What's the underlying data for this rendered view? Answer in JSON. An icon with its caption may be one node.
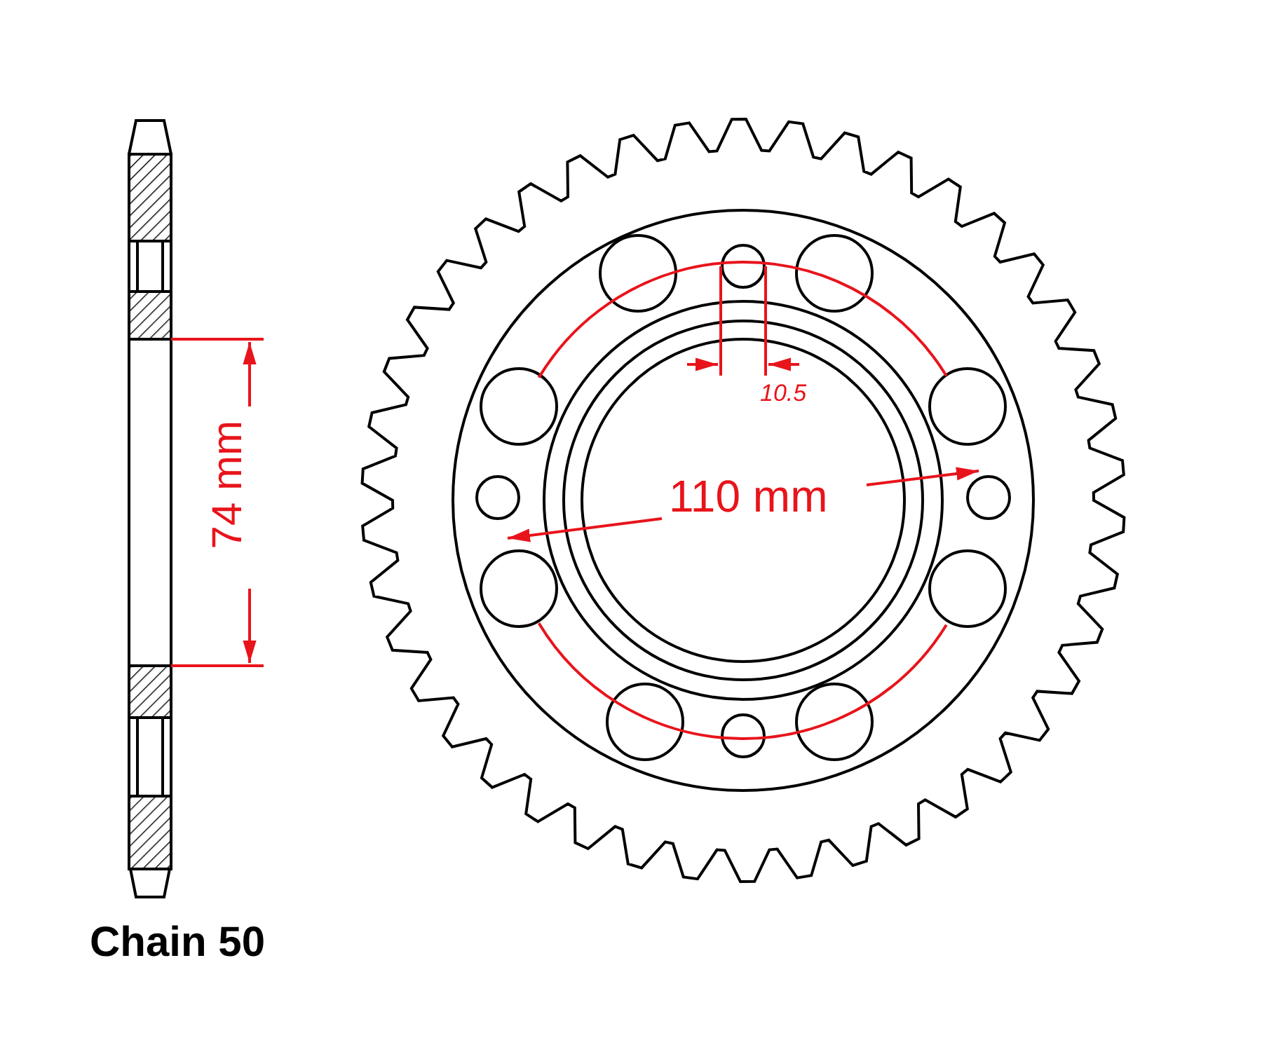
{
  "diagram": {
    "labels": [
      "74 mm",
      "10.5",
      "110 mm",
      "Chain 50"
    ]
  }
}
